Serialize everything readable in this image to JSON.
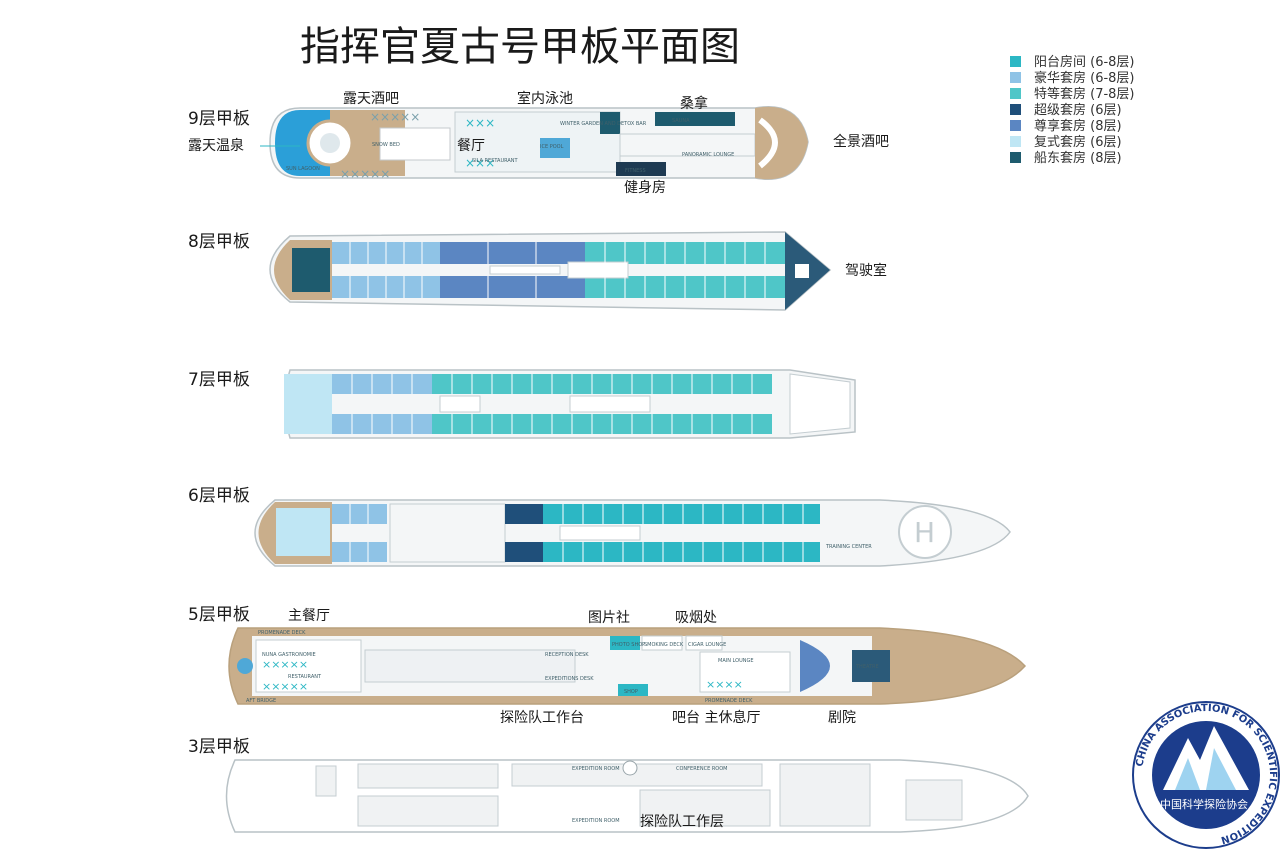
{
  "title": "指挥官夏古号甲板平面图",
  "legend": [
    {
      "label": "阳台房间 (6-8层)",
      "color": "#2cb7c4"
    },
    {
      "label": "豪华套房 (6-8层)",
      "color": "#8fc3e6"
    },
    {
      "label": "特等套房 (7-8层)",
      "color": "#4fc6c8"
    },
    {
      "label": "超级套房 (6层)",
      "color": "#1f4f7a"
    },
    {
      "label": "尊享套房 (8层)",
      "color": "#5b86c2"
    },
    {
      "label": "复式套房 (6层)",
      "color": "#bfe6f4"
    },
    {
      "label": "船东套房 (8层)",
      "color": "#1e5b6e"
    }
  ],
  "decks": {
    "d9": {
      "name": "9层甲板"
    },
    "d8": {
      "name": "8层甲板"
    },
    "d7": {
      "name": "7层甲板"
    },
    "d6": {
      "name": "6层甲板"
    },
    "d5": {
      "name": "5层甲板"
    },
    "d3": {
      "name": "3层甲板"
    }
  },
  "labels": {
    "d9_bar": "露天酒吧",
    "d9_pool": "室内泳池",
    "d9_sauna": "桑拿",
    "d9_hotspring": "露天温泉",
    "d9_dining": "餐厅",
    "d9_gym": "健身房",
    "d9_panorama": "全景酒吧",
    "d8_bridge": "驾驶室",
    "d5_main_dining": "主餐厅",
    "d5_photo": "图片社",
    "d5_smoking": "吸烟处",
    "d5_workstation": "探险队工作台",
    "d5_bar_lounge": "吧台 主休息厅",
    "d5_theater": "剧院",
    "d3_expedition": "探险队工作层"
  },
  "small_labels": {
    "d9_lagoon": "SUN LAGOON",
    "d9_snow": "SNOW BED",
    "d9_winter": "WINTER GARDEN AND DETOX BAR",
    "d9_pool": "ICE POOL",
    "d9_sauna": "SAUNA",
    "d9_restaurant": "SILA RESTAURANT",
    "d9_fitness": "FITNESS",
    "d9_lounge": "PANORAMIC LOUNGE",
    "d6_training": "TRAINING CENTER",
    "d5_promenade_top": "PROMENADE DECK",
    "d5_promenade_bottom": "PROMENADE DECK",
    "d5_nuna": "NUNA GASTRONOMIE",
    "d5_restaurant": "RESTAURANT",
    "d5_aft": "AFT BRIDGE",
    "d5_reception": "RECEPTION DESK",
    "d5_expeditions": "EXPEDITIONS DESK",
    "d5_shop": "SHOP",
    "d5_photo": "PHOTO SHOP",
    "d5_smoking": "SMOKING DECK",
    "d5_cigar": "CIGAR LOUNGE",
    "d5_main_lounge": "MAIN LOUNGE",
    "d5_theater": "THEATRE",
    "d3_exp1": "EXPEDITION ROOM",
    "d3_conf": "CONFERENCE ROOM",
    "d3_exp2": "EXPEDITION ROOM"
  },
  "logo": {
    "ring_text": "CHINA ASSOCIATION FOR SCIENTIFIC EXPEDITION",
    "inner_text": "中国科学探险协会"
  }
}
